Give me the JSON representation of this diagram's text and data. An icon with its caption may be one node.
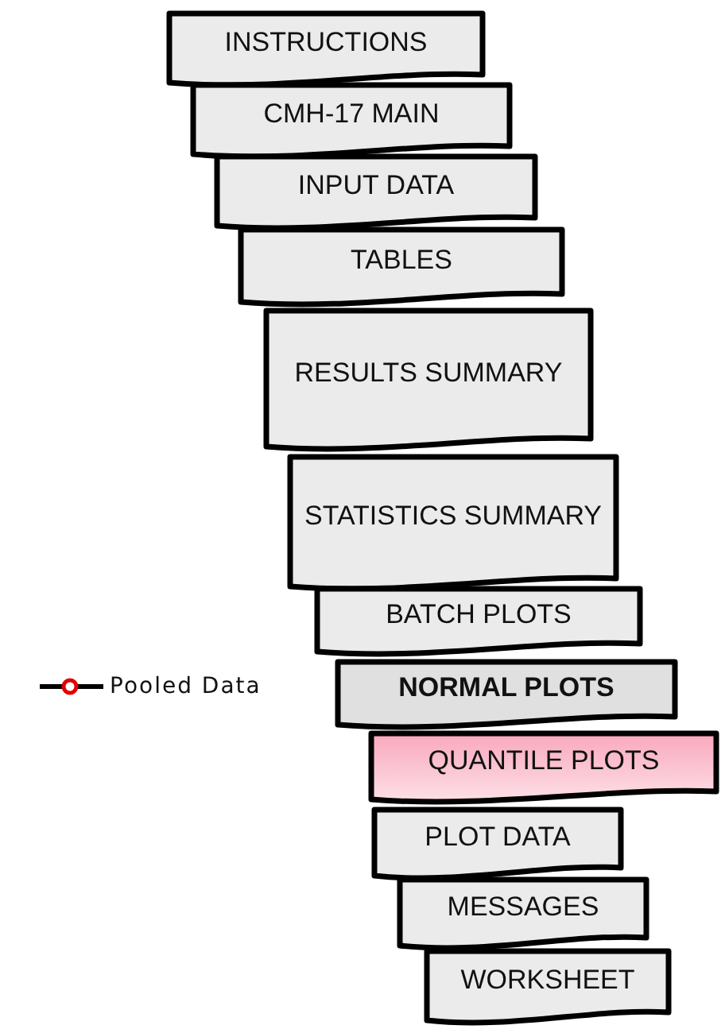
{
  "diagram": {
    "nodes": [
      {
        "text": [
          "INSTRUCTIONS"
        ]
      },
      {
        "text": [
          "CMH-17 MAIN"
        ]
      },
      {
        "text": [
          "INPUT DATA"
        ]
      },
      {
        "text": [
          "TABLES"
        ]
      },
      {
        "text": [
          "RESULTS SUMMARY"
        ]
      },
      {
        "text": [
          "STATISTICS SUMMARY"
        ]
      },
      {
        "text": [
          "BATCH PLOTS"
        ]
      },
      {
        "text": [
          "NORMAL PLOTS"
        ]
      },
      {
        "text": [
          "QUANTILE PLOTS"
        ]
      },
      {
        "text": [
          "PLOT DATA"
        ]
      },
      {
        "text": [
          "MESSAGES"
        ]
      },
      {
        "text": [
          "WORKSHEET"
        ]
      }
    ],
    "legend": [
      {
        "text": "Pooled Data"
      }
    ]
  }
}
